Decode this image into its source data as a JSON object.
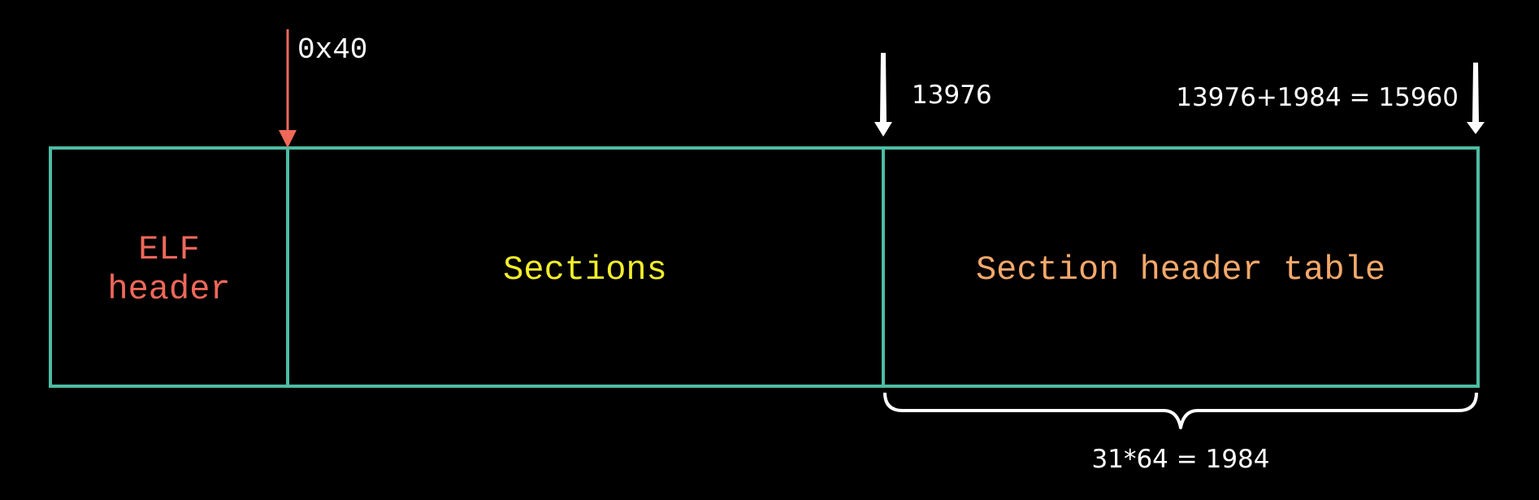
{
  "regions": {
    "elf_header": {
      "line1": "ELF",
      "line2": "header"
    },
    "sections": {
      "label": "Sections"
    },
    "section_header_table": {
      "label": "Section header table"
    }
  },
  "markers": {
    "elf_header_end": {
      "label": "0x40"
    },
    "sht_start": {
      "label": "13976"
    },
    "sht_end": {
      "label": "13976+1984 = 15960"
    }
  },
  "brace": {
    "label": "31*64 = 1984"
  },
  "colors": {
    "background": "#000000",
    "box_border": "#4dbca4",
    "elf_header_text": "#f0685a",
    "sections_text": "#f2ee2a",
    "sht_text": "#f4a86a",
    "marker_red": "#f0685a",
    "marker_white": "#ffffff"
  }
}
